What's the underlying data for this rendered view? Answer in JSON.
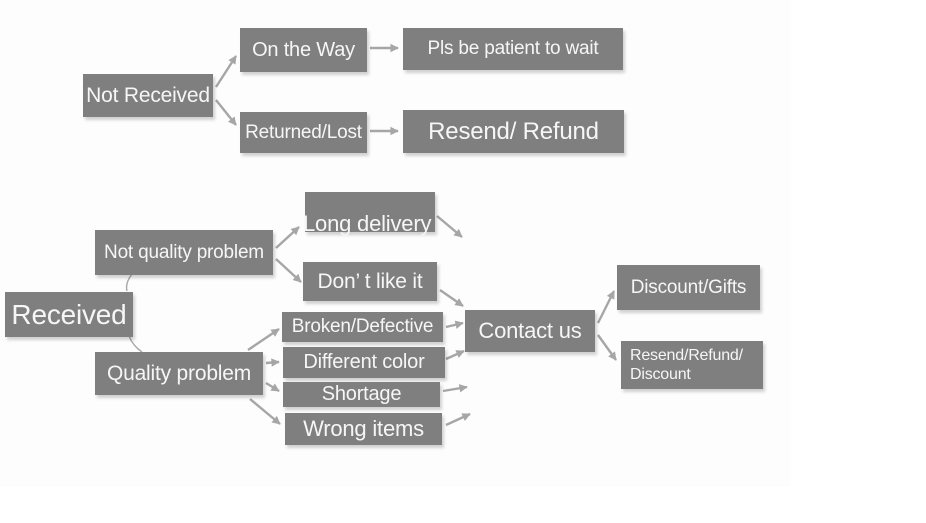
{
  "diagram": {
    "type": "flowchart",
    "colors": {
      "node_fill": "#7f7f7f",
      "node_text": "#f6f6f6",
      "arrow": "#a6a6a6",
      "connector": "#a8a8a8",
      "background": "#fdfdfd",
      "page_background": "#ffffff"
    },
    "nodes": {
      "not_received": {
        "label": "Not Received"
      },
      "on_the_way": {
        "label": "On the Way"
      },
      "pls_be_patient": {
        "label": "Pls be patient to wait"
      },
      "returned_lost": {
        "label": "Returned/Lost"
      },
      "resend_refund": {
        "label": "Resend/ Refund"
      },
      "received": {
        "label": "Received"
      },
      "not_quality_problem": {
        "label": "Not quality problem"
      },
      "quality_problem": {
        "label": "Quality problem"
      },
      "long_delivery": {
        "label": "Long delivery"
      },
      "dont_like_it": {
        "label": "Don’ t like it"
      },
      "broken_defective": {
        "label": "Broken/Defective"
      },
      "different_color": {
        "label": "Different color"
      },
      "shortage": {
        "label": "Shortage"
      },
      "wrong_items": {
        "label": "Wrong items"
      },
      "contact_us": {
        "label": "Contact us"
      },
      "discount_gifts": {
        "label": "Discount/Gifts"
      },
      "resend_refund_discount": {
        "label_line1": "Resend/Refund/",
        "label_line2": "Discount"
      }
    },
    "edges": [
      {
        "from": "Not Received",
        "to": "On the Way"
      },
      {
        "from": "Not Received",
        "to": "Returned/Lost"
      },
      {
        "from": "On the Way",
        "to": "Pls be patient to wait"
      },
      {
        "from": "Returned/Lost",
        "to": "Resend/ Refund"
      },
      {
        "from": "Received",
        "to": "Not quality problem"
      },
      {
        "from": "Received",
        "to": "Quality problem"
      },
      {
        "from": "Not quality problem",
        "to": "Long delivery"
      },
      {
        "from": "Not quality problem",
        "to": "Don’ t like it"
      },
      {
        "from": "Long delivery",
        "to": "Contact us"
      },
      {
        "from": "Don’ t like it",
        "to": "Contact us"
      },
      {
        "from": "Quality problem",
        "to": "Broken/Defective"
      },
      {
        "from": "Quality problem",
        "to": "Different color"
      },
      {
        "from": "Quality problem",
        "to": "Shortage"
      },
      {
        "from": "Quality problem",
        "to": "Wrong items"
      },
      {
        "from": "Broken/Defective",
        "to": "Contact us"
      },
      {
        "from": "Different color",
        "to": "Contact us"
      },
      {
        "from": "Shortage",
        "to": "Contact us"
      },
      {
        "from": "Wrong items",
        "to": "Contact us"
      },
      {
        "from": "Contact us",
        "to": "Discount/Gifts"
      },
      {
        "from": "Contact us",
        "to": "Resend/Refund/ Discount"
      }
    ]
  }
}
